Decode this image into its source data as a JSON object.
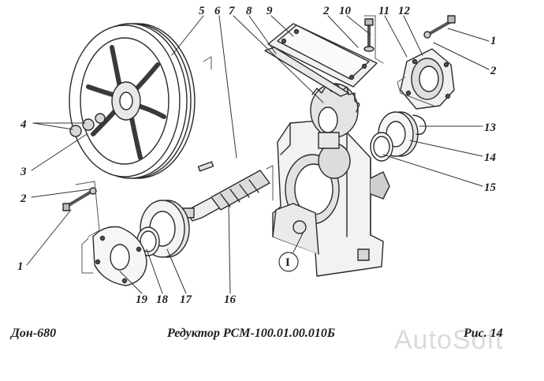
{
  "drawing": {
    "callouts_top": [
      "5",
      "6",
      "7",
      "8",
      "9",
      "2",
      "10",
      "11",
      "12"
    ],
    "callouts_right": [
      "1",
      "2",
      "13",
      "14",
      "15"
    ],
    "callouts_left": [
      "4",
      "3",
      "2",
      "1"
    ],
    "callouts_bottom": [
      "19",
      "18",
      "17",
      "16"
    ],
    "detail_marker": "I"
  },
  "caption": {
    "left": "Дон-680",
    "center": "Редуктор РСМ-100.01.00.010Б",
    "right": "Рис. 14"
  },
  "watermark": {
    "text": "AutoSoft"
  }
}
